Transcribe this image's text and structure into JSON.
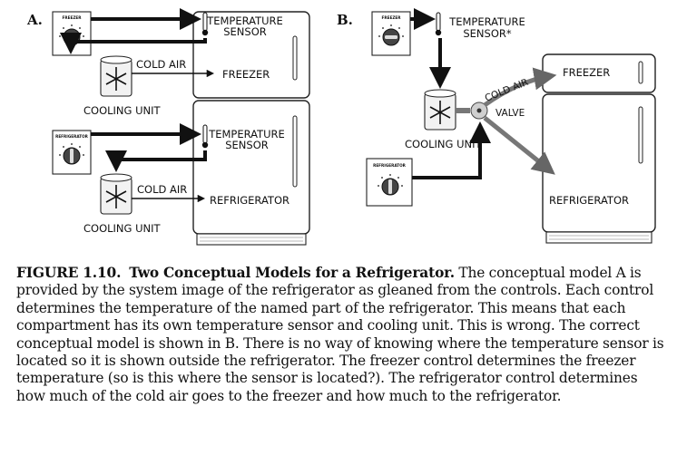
{
  "diagram": {
    "panel_a": {
      "letter": "A.",
      "freezer_control_label": "FREEZER",
      "refrigerator_control_label": "REFRIGERATOR",
      "upper_sensor_label": [
        "TEMPERATURE",
        "SENSOR"
      ],
      "lower_sensor_label": [
        "TEMPERATURE",
        "SENSOR"
      ],
      "upper_cold_air": "COLD AIR",
      "lower_cold_air": "COLD AIR",
      "upper_cooling_unit": "COOLING UNIT",
      "lower_cooling_unit": "COOLING UNIT",
      "freezer_compartment": "FREEZER",
      "refrigerator_compartment": "REFRIGERATOR"
    },
    "panel_b": {
      "letter": "B.",
      "freezer_control_label": "FREEZER",
      "refrigerator_control_label": "REFRIGERATOR",
      "sensor_label": [
        "TEMPERATURE",
        "SENSOR*"
      ],
      "cold_air": "COLD AIR",
      "valve": "VALVE",
      "cooling_unit": "COOLING UNIT",
      "freezer_compartment": "FREEZER",
      "refrigerator_compartment": "REFRIGERATOR"
    }
  },
  "caption": {
    "label": "FIGURE 1.10.",
    "title": "Two Conceptual Models for a Refrigerator.",
    "text": "The conceptual model A is provided by the system image of the refrigerator as gleaned from the controls. Each control determines the temperature of the named part of the refrigerator. This means that each compartment has its own temperature sensor and cooling unit. This is wrong. The correct conceptual model is shown in B. There is no way of knowing where the temperature sensor is located so it is shown outside the refrigerator. The freezer control determines the freezer temperature (so is this where the sensor is located?). The refrigerator control determines how much of the cold air goes to the freezer and how much to the refrigerator."
  }
}
